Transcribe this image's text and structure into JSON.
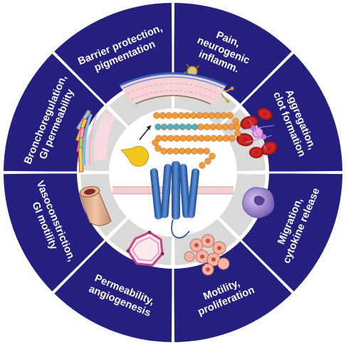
{
  "colors": {
    "outer_ring": "#251f80",
    "separator": "#ffffff",
    "inner_tile": "#d9d9d9",
    "center_disc": "#ffffff",
    "receptor_blue": "#3a6fbf",
    "receptor_dark": "#1f4a8a",
    "peptide_orange": "#f39a3b",
    "peptide_cyan": "#4fb0c9",
    "protease_yellow": "#f3c21a",
    "membrane_pink": "#f0c6c6"
  },
  "segments": [
    {
      "id": "pain",
      "lines": [
        "Pain,",
        "neurogenic",
        "inflamm."
      ],
      "icon": "neuron-icon"
    },
    {
      "id": "aggregation",
      "lines": [
        "Aggregation,",
        "clot formation"
      ],
      "icon": "platelet-clot-icon"
    },
    {
      "id": "migration",
      "lines": [
        "Migration,",
        "cytokine release"
      ],
      "icon": "immune-cell-icon"
    },
    {
      "id": "motility",
      "lines": [
        "Motility,",
        "proliferation"
      ],
      "icon": "tumor-cells-icon"
    },
    {
      "id": "permeability",
      "lines": [
        "Permeability,",
        "angiogenesis"
      ],
      "icon": "endothelial-ring-icon"
    },
    {
      "id": "vasoconstriction",
      "lines": [
        "Vasoconstriction,",
        "GI motility"
      ],
      "icon": "blood-vessel-icon"
    },
    {
      "id": "bronchoregulation",
      "lines": [
        "Bronchoregulation,",
        "GI permeability"
      ],
      "icon": "epithelium-icon"
    },
    {
      "id": "barrier",
      "lines": [
        "Barrier protection,",
        "pigmentation"
      ],
      "icon": "skin-layers-icon"
    }
  ]
}
